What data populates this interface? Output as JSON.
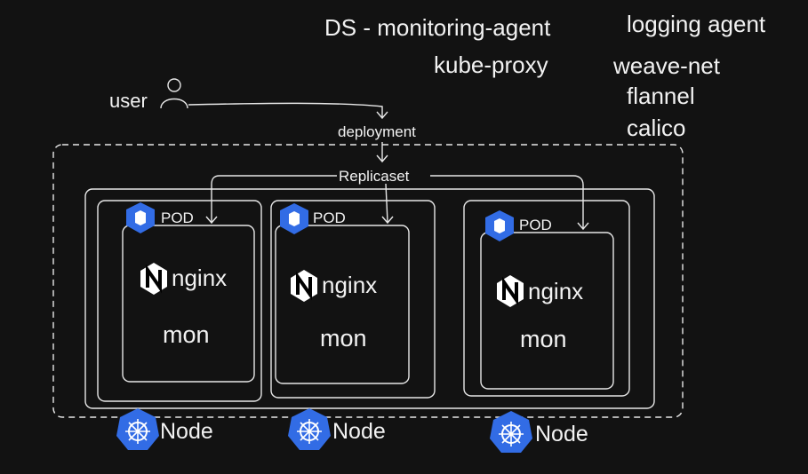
{
  "annotations": {
    "daemonset": "DS - monitoring-agent",
    "logging": "logging agent",
    "kube_proxy": "kube-proxy",
    "cni": [
      "weave-net",
      "flannel",
      "calico"
    ]
  },
  "user_label": "user",
  "deployment_label": "deployment",
  "replicaset_label": "Replicaset",
  "pods": [
    {
      "pod_label": "POD",
      "app_label": "nginx",
      "container_label": "mon",
      "node_label": "Node"
    },
    {
      "pod_label": "POD",
      "app_label": "nginx",
      "container_label": "mon",
      "node_label": "Node"
    },
    {
      "pod_label": "POD",
      "app_label": "nginx",
      "container_label": "mon",
      "node_label": "Node"
    }
  ],
  "colors": {
    "background": "#121212",
    "stroke": "#e8e8e8",
    "kubernetes_blue": "#326ce5",
    "nginx_logo": "#ffffff"
  },
  "icons": [
    "user-icon",
    "pod-cube-icon",
    "nginx-logo-icon",
    "kubernetes-helm-icon"
  ]
}
